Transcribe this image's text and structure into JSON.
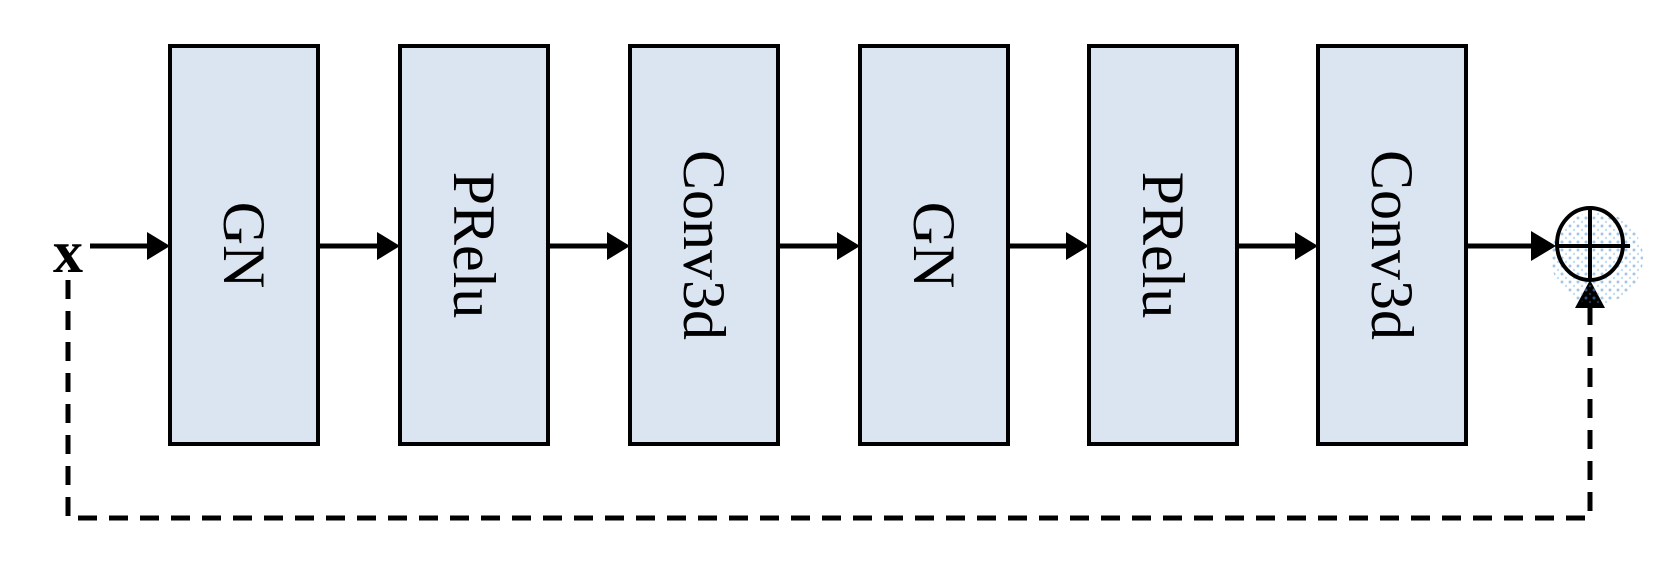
{
  "diagram": {
    "input_label": "x",
    "blocks": [
      {
        "label": "GN"
      },
      {
        "label": "PRelu"
      },
      {
        "label": "Conv3d"
      },
      {
        "label": "GN"
      },
      {
        "label": "PRelu"
      },
      {
        "label": "Conv3d"
      }
    ],
    "sum_icon": "circle-plus",
    "colors": {
      "background": "#ffffff",
      "block_fill": "#dbe5f1",
      "block_border": "#000000",
      "line": "#000000",
      "halo_dots": "#5b9bd5"
    }
  }
}
